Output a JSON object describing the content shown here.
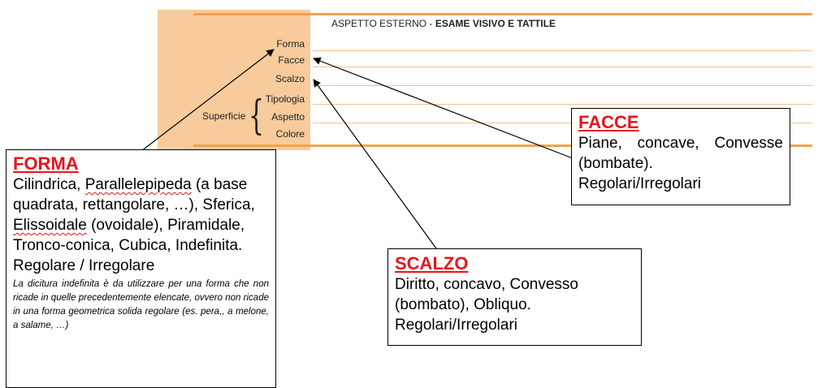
{
  "form": {
    "section_title_prefix": "ASPETTO ESTERNO - ",
    "section_title_bold": "ESAME VISIVO E TATTILE",
    "fields": {
      "forma": "Forma",
      "facce": "Facce",
      "scalzo": "Scalzo",
      "tipologia": "Tipologia",
      "aspetto": "Aspetto",
      "colore": "Colore"
    },
    "group_label": "Superficie",
    "brace": "{"
  },
  "callouts": {
    "forma": {
      "title": "FORMA",
      "body_parts": [
        "Cilindrica, ",
        "Parallelepipeda",
        " (a base quadrata, rettangolare, …), Sferica, ",
        "Elissoidale",
        " (ovoidale), Piramidale, Tronco-conica, Cubica, Indefinita. Regolare / Irregolare"
      ],
      "note": "La dicitura indefinita è da utilizzare per una forma che non ricade in quelle precedentemente elencate, ovvero non ricade in una forma geometrica solida regolare (es. pera,, a melone, a salame, …)"
    },
    "facce": {
      "title": "FACCE",
      "line1": "Piane, concave, Convesse (bombate).",
      "line2": "Regolari/Irregolari"
    },
    "scalzo": {
      "title": "SCALZO",
      "line1": "Diritto, concavo, Convesso (bombato), Obliquo.",
      "line2": "Regolari/Irregolari"
    }
  },
  "colors": {
    "panel": "#f8cb9c",
    "line": "#f5a24a",
    "title_red": "#e8141c"
  }
}
